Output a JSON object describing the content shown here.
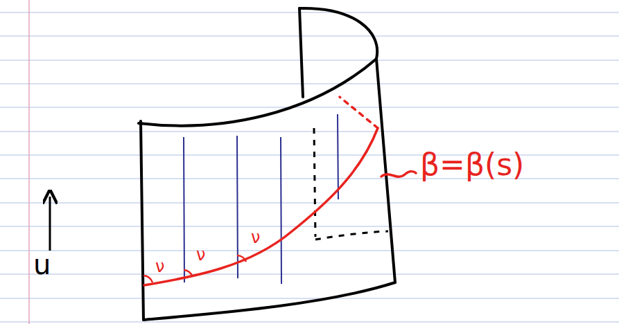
{
  "diagram": {
    "labels": [
      "u",
      "ν",
      "ν",
      "ν",
      "β=β(s)"
    ]
  }
}
